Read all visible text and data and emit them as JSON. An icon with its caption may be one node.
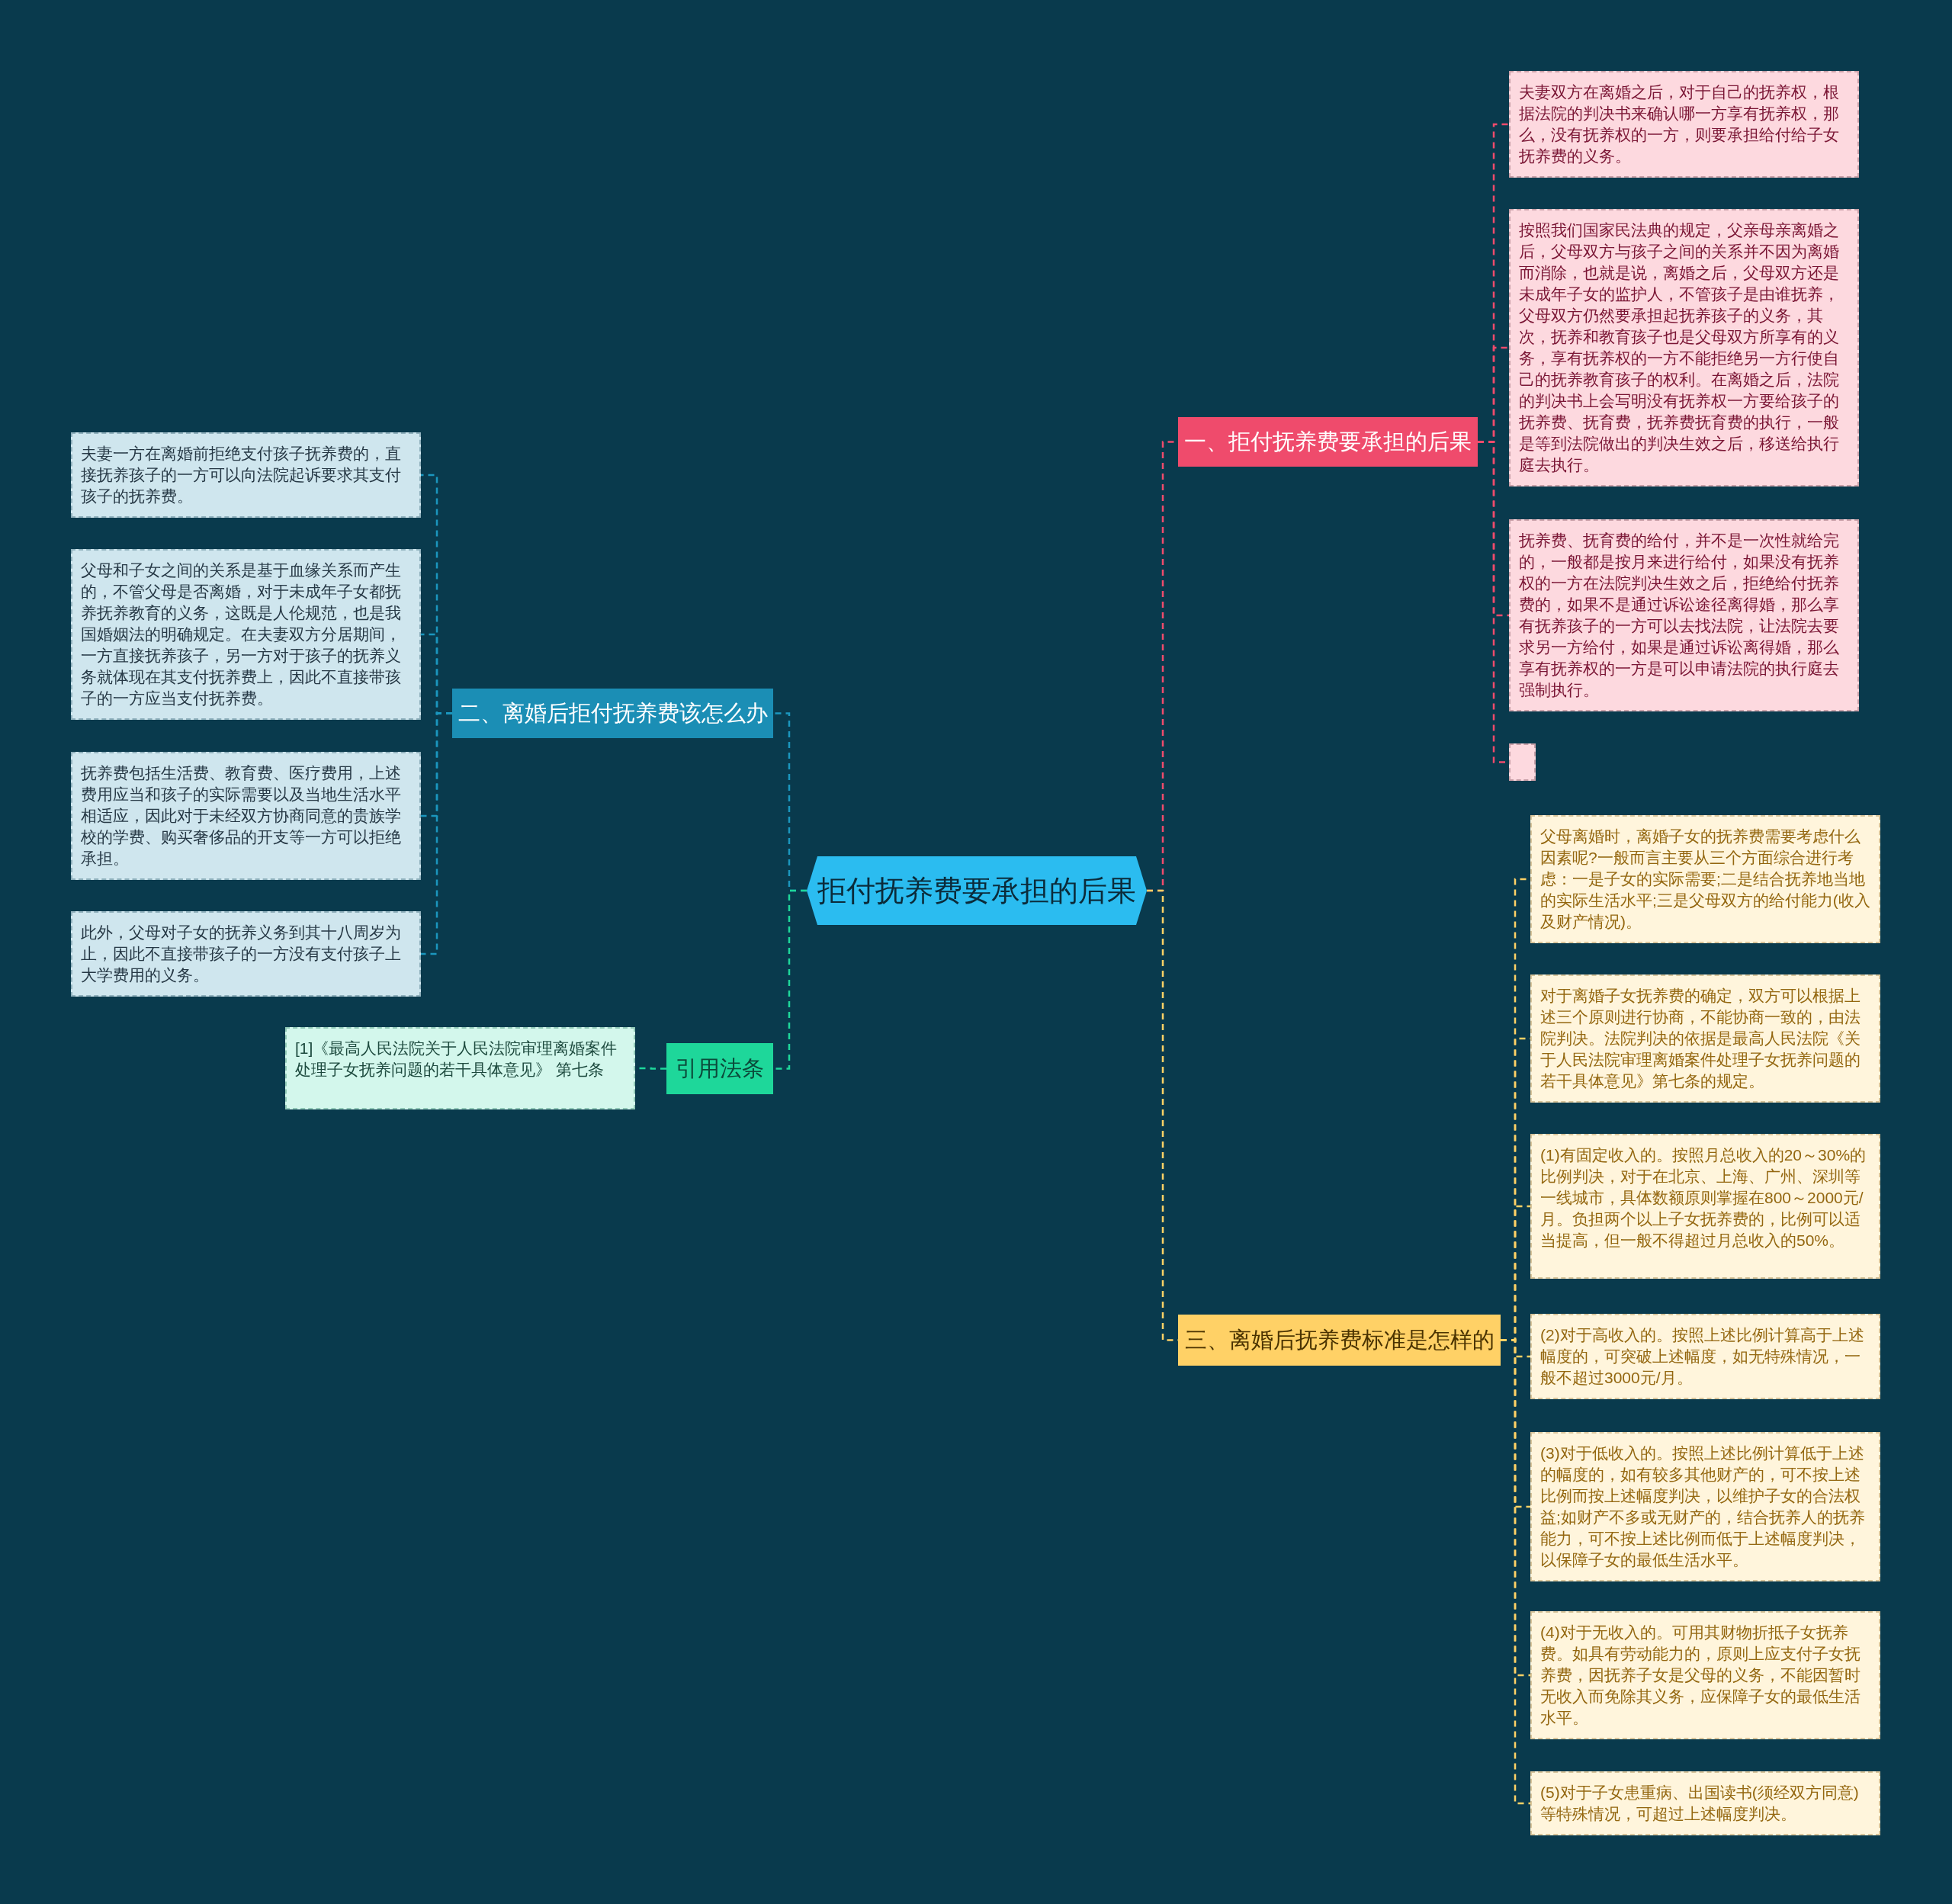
{
  "diagram": {
    "nodes": [
      {
        "text": [
          "拒付抚养费要承担的后果"
        ]
      },
      {
        "text": [
          "一、拒付抚养费要承担的后果"
        ]
      },
      {
        "text": [
          "夫妻双方在离婚之后，对于自己的抚养权，根据法院的判决书来确认哪一方享有抚养权，那么，没有抚养权的一方，则要承担给付给子女抚养费的义务。"
        ]
      },
      {
        "text": [
          "按照我们国家民法典的规定，父亲母亲离婚之后，父母双方与孩子之间的关系并不因为离婚而消除，也就是说，离婚之后，父母双方还是未成年子女的监护人，不管孩子是由谁抚养，父母双方仍然要承担起抚养孩子的义务，其次，抚养和教育孩子也是父母双方所享有的义务，享有抚养权的一方不能拒绝另一方行使自己的抚养教育孩子的权利。在离婚之后，法院的判决书上会写明没有抚养权一方要给孩子的抚养费、抚育费，抚养费抚育费的执行，一般是等到法院做出的判决生效之后，移送给执行庭去执行。"
        ]
      },
      {
        "text": [
          "抚养费、抚育费的给付，并不是一次性就给完的，一般都是按月来进行给付，如果没有抚养权的一方在法院判决生效之后，拒绝给付抚养费的，如果不是通过诉讼途径离得婚，那么享有抚养孩子的一方可以去找法院，让法院去要求另一方给付，如果是通过诉讼离得婚，那么享有抚养权的一方是可以申请法院的执行庭去强制执行。"
        ]
      },
      {
        "text": [],
        "shape": "box"
      },
      {
        "text": [
          "二、离婚后拒付抚养费该怎么办"
        ]
      },
      {
        "text": [
          "夫妻一方在离婚前拒绝支付孩子抚养费的，直接抚养孩子的一方可以向法院起诉要求其支付孩子的抚养费。"
        ]
      },
      {
        "text": [
          "父母和子女之间的关系是基于血缘关系而产生的，不管父母是否离婚，对于未成年子女都抚养抚养教育的义务，这既是人伦规范，也是我国婚姻法的明确规定。在夫妻双方分居期间，一方直接抚养孩子，另一方对于孩子的抚养义务就体现在其支付抚养费上，因此不直接带孩子的一方应当支付抚养费。"
        ]
      },
      {
        "text": [
          "抚养费包括生活费、教育费、医疗费用，上述费用应当和孩子的实际需要以及当地生活水平相适应，因此对于未经双方协商同意的贵族学校的学费、购买奢侈品的开支等一方可以拒绝承担。"
        ]
      },
      {
        "text": [
          "此外，父母对子女的抚养义务到其十八周岁为止，因此不直接带孩子的一方没有支付孩子上大学费用的义务。"
        ]
      },
      {
        "text": [
          "引用法条"
        ]
      },
      {
        "text": [
          "[1]《最高人民法院关于人民法院审理离婚案件处理子女抚养问题的若干具体意见》 第七条"
        ]
      },
      {
        "text": [
          "三、离婚后抚养费标准是怎样的"
        ]
      },
      {
        "text": [
          "父母离婚时，离婚子女的抚养费需要考虑什么因素呢?一般而言主要从三个方面综合进行考虑：一是子女的实际需要;二是结合抚养地当地的实际生活水平;三是父母双方的给付能力(收入及财产情况)。"
        ]
      },
      {
        "text": [
          "对于离婚子女抚养费的确定，双方可以根据上述三个原则进行协商，不能协商一致的，由法院判决。法院判决的依据是最高人民法院《关于人民法院审理离婚案件处理子女抚养问题的若干具体意见》第七条的规定。"
        ]
      },
      {
        "text": [
          "(1)有固定收入的。按照月总收入的20～30%的比例判决，对于在北京、上海、广州、深圳等一线城市，具体数额原则掌握在800～2000元/月。负担两个以上子女抚养费的，比例可以适当提高，但一般不得超过月总收入的50%。"
        ]
      },
      {
        "text": [
          "(2)对于高收入的。按照上述比例计算高于上述幅度的，可突破上述幅度，如无特殊情况，一般不超过3000元/月。"
        ]
      },
      {
        "text": [
          "(3)对于低收入的。按照上述比例计算低于上述的幅度的，如有较多其他财产的，可不按上述比例而按上述幅度判决，以维护子女的合法权益;如财产不多或无财产的，结合抚养人的抚养能力，可不按上述比例而低于上述幅度判决，以保障子女的最低生活水平。"
        ]
      },
      {
        "text": [
          "(4)对于无收入的。可用其财物折抵子女抚养费。如具有劳动能力的，原则上应支付子女抚养费，因抚养子女是父母的义务，不能因暂时无收入而免除其义务，应保障子女的最低生活水平。"
        ]
      },
      {
        "text": [
          "(5)对于子女患重病、出国读书(须经双方同意)等特殊情况，可超过上述幅度判决。"
        ]
      }
    ],
    "edges": [
      {
        "from": 0,
        "to": 1,
        "arrow": "none",
        "style": "dashed",
        "color": "#ef4b6c"
      },
      {
        "from": 1,
        "to": 2,
        "arrow": "none",
        "style": "dashed",
        "color": "#ef4b6c"
      },
      {
        "from": 1,
        "to": 3,
        "arrow": "none",
        "style": "dashed",
        "color": "#ef4b6c"
      },
      {
        "from": 1,
        "to": 4,
        "arrow": "none",
        "style": "dashed",
        "color": "#ef4b6c"
      },
      {
        "from": 1,
        "to": 5,
        "arrow": "none",
        "style": "dashed",
        "color": "#ef4b6c"
      },
      {
        "from": 0,
        "to": 6,
        "arrow": "none",
        "style": "dashed",
        "color": "#1b96be"
      },
      {
        "from": 6,
        "to": 7,
        "arrow": "none",
        "style": "dashed",
        "color": "#1b96be"
      },
      {
        "from": 6,
        "to": 8,
        "arrow": "none",
        "style": "dashed",
        "color": "#1b96be"
      },
      {
        "from": 6,
        "to": 9,
        "arrow": "none",
        "style": "dashed",
        "color": "#1b96be"
      },
      {
        "from": 6,
        "to": 10,
        "arrow": "none",
        "style": "dashed",
        "color": "#1b96be"
      },
      {
        "from": 0,
        "to": 11,
        "arrow": "none",
        "style": "dashed",
        "color": "#1ed79a"
      },
      {
        "from": 11,
        "to": 12,
        "arrow": "none",
        "style": "dashed",
        "color": "#1ed79a"
      },
      {
        "from": 0,
        "to": 13,
        "arrow": "none",
        "style": "dashed",
        "color": "#ffd166"
      },
      {
        "from": 13,
        "to": 14,
        "arrow": "none",
        "style": "dashed",
        "color": "#ffd166"
      },
      {
        "from": 13,
        "to": 15,
        "arrow": "none",
        "style": "dashed",
        "color": "#ffd166"
      },
      {
        "from": 13,
        "to": 16,
        "arrow": "none",
        "style": "dashed",
        "color": "#ffd166"
      },
      {
        "from": 13,
        "to": 17,
        "arrow": "none",
        "style": "dashed",
        "color": "#ffd166"
      },
      {
        "from": 13,
        "to": 18,
        "arrow": "none",
        "style": "dashed",
        "color": "#ffd166"
      },
      {
        "from": 13,
        "to": 19,
        "arrow": "none",
        "style": "dashed",
        "color": "#ffd166"
      },
      {
        "from": 13,
        "to": 20,
        "arrow": "none",
        "style": "dashed",
        "color": "#ffd166"
      }
    ]
  }
}
